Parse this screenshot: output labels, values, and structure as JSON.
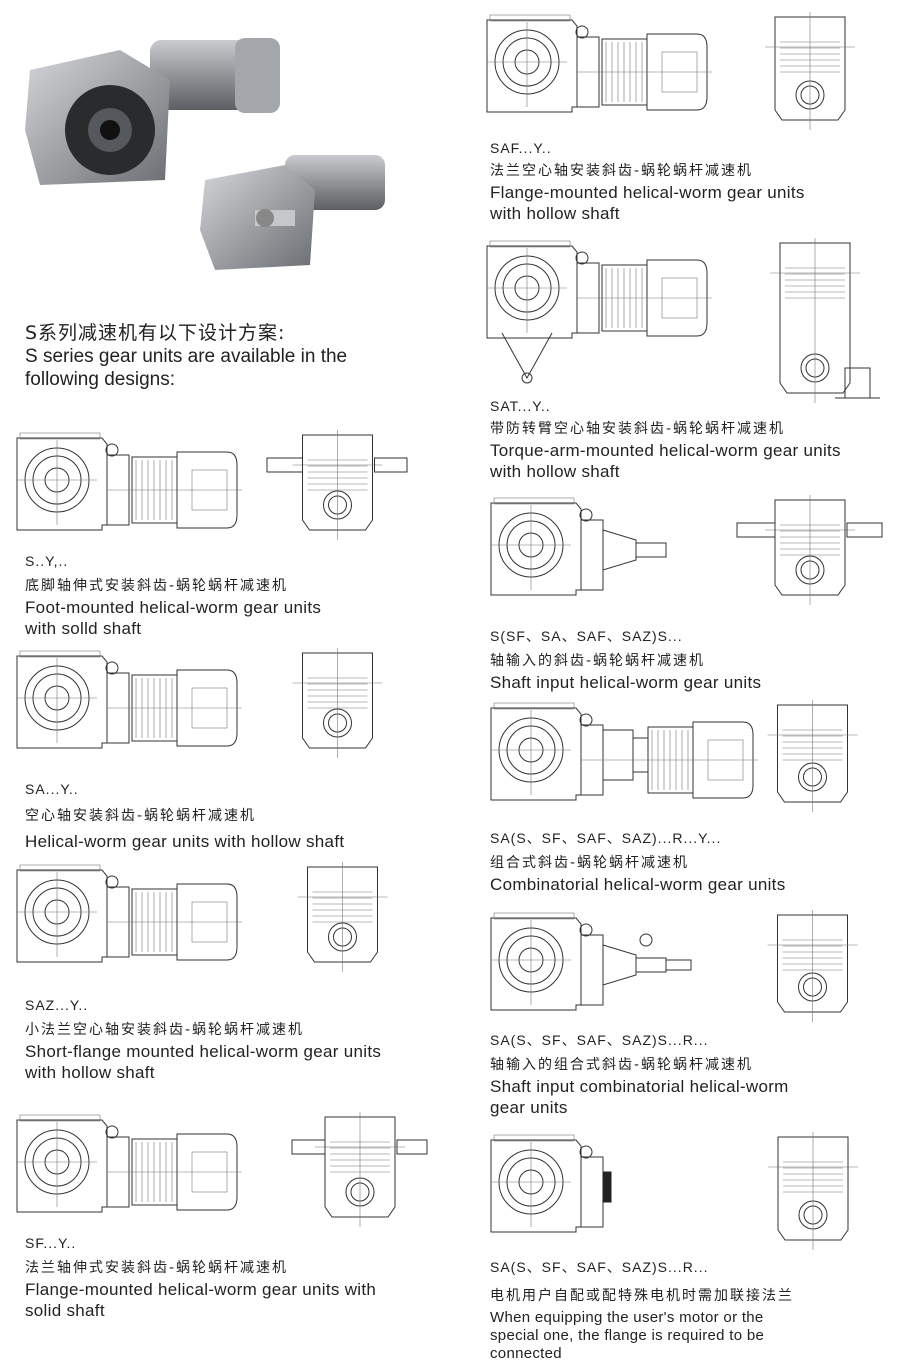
{
  "intro": {
    "heading_cn": "S系列减速机有以下设计方案:",
    "heading_en_line1": "S series gear units are available in the",
    "heading_en_line2": "following designs:"
  },
  "designs_left": [
    {
      "code": "S..Y,..",
      "cn": "底脚轴伸式安装斜齿-蜗轮蜗杆减速机",
      "en1": "Foot-mounted helical-worm gear units",
      "en2": "with solld shaft"
    },
    {
      "code": "SA...Y..",
      "cn": "空心轴安装斜齿-蜗轮蜗杆减速机",
      "en1": "Helical-worm gear units with hollow shaft",
      "en2": ""
    },
    {
      "code": "SAZ...Y..",
      "cn": "小法兰空心轴安装斜齿-蜗轮蜗杆减速机",
      "en1": "Short-flange mounted helical-worm gear units",
      "en2": "with hollow shaft"
    },
    {
      "code": "SF...Y..",
      "cn": "法兰轴伸式安装斜齿-蜗轮蜗杆减速机",
      "en1": "Flange-mounted helical-worm gear units with",
      "en2": "solid shaft"
    }
  ],
  "designs_right": [
    {
      "code": "SAF...Y..",
      "cn": "法兰空心轴安装斜齿-蜗轮蜗杆减速机",
      "en1": "Flange-mounted helical-worm gear units",
      "en2": "with hollow shaft"
    },
    {
      "code": "SAT...Y..",
      "cn": "带防转臂空心轴安装斜齿-蜗轮蜗杆减速机",
      "en1": "Torque-arm-mounted helical-worm gear units",
      "en2": "with hollow shaft"
    },
    {
      "code": "S(SF、SA、SAF、SAZ)S...",
      "cn": "轴输入的斜齿-蜗轮蜗杆减速机",
      "en1": "Shaft input helical-worm gear units",
      "en2": ""
    },
    {
      "code": "SA(S、SF、SAF、SAZ)...R...Y...",
      "cn": "组合式斜齿-蜗轮蜗杆减速机",
      "en1": "Combinatorial helical-worm gear units",
      "en2": ""
    },
    {
      "code": "SA(S、SF、SAF、SAZ)S...R...",
      "cn": "轴输入的组合式斜齿-蜗轮蜗杆减速机",
      "en1": "Shaft input combinatorial helical-worm",
      "en2": "gear units"
    },
    {
      "code": "SA(S、SF、SAF、SAZ)S...R...",
      "cn": "电机用户自配或配特殊电机时需加联接法兰",
      "en1": "When equipping the user's motor or the",
      "en2": "special one, the flange is required to be",
      "en3": "connected"
    }
  ]
}
